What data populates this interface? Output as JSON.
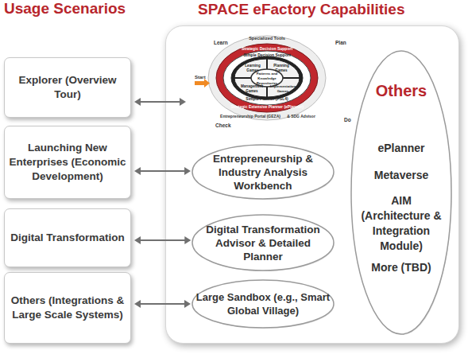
{
  "diagram": {
    "nodes": [
      {
        "text": [
          "Explorer (Overview Tour)"
        ]
      },
      {
        "text": [
          "Launching New Enterprises (Economic Development)"
        ]
      },
      {
        "text": [
          "Digital Transformation"
        ]
      },
      {
        "text": [
          "Others (Integrations & Large Scale Systems)"
        ]
      },
      {
        "text": [
          "SPACE eFactory Capabilities"
        ]
      },
      {
        "text": [
          "Specialized Tools",
          "Strategic Decision Support",
          "Simple Decision Support",
          "Learning Games",
          "Planning Games",
          "Patterns and Knowledge Repositories",
          "Management Games",
          "Implementation Games",
          "Simple Planner (PSL4)",
          "Strategic Extensive Planner (ePlanner)",
          "Entrepreneurship Portal (GEZA)",
          "& SDG Advisor"
        ],
        "in": 4
      },
      {
        "text": [
          "Entrepreneurship & Industry Analysis Workbench"
        ],
        "in": 4
      },
      {
        "text": [
          "Digital Transformation Advisor & Detailed Planner"
        ],
        "in": 4
      },
      {
        "text": [
          "Large Sandbox (e.g., Smart Global Village)"
        ],
        "in": 4
      },
      {
        "text": [
          "Others",
          "ePlanner",
          "Metaverse",
          "AIM (Architecture & Integration Module)",
          "More (TBD)"
        ],
        "in": 4
      }
    ],
    "edges": [
      {
        "from": 0,
        "to": 5,
        "arrow": "both"
      },
      {
        "from": 1,
        "to": 6,
        "arrow": "both"
      },
      {
        "from": 2,
        "to": 7,
        "arrow": "both"
      },
      {
        "from": 3,
        "to": 8,
        "arrow": "both"
      }
    ],
    "labels": [
      "Usage Scenarios",
      "Learn",
      "Plan",
      "Start",
      "Check",
      "Do"
    ]
  }
}
